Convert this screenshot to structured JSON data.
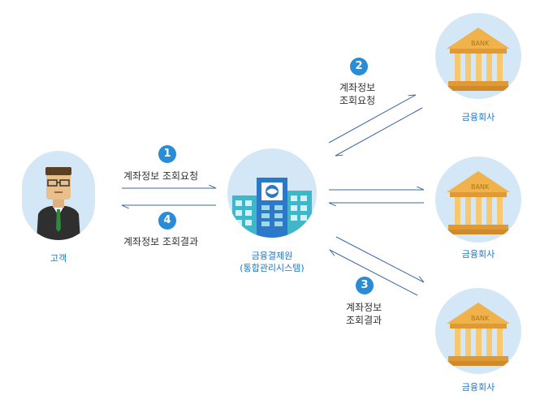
{
  "customer": {
    "label": "고객"
  },
  "system": {
    "name": "금융결제원",
    "subtitle": "(통합관리시스템)"
  },
  "banks": [
    {
      "label": "금융회사",
      "sign": "BANK"
    },
    {
      "label": "금융회사",
      "sign": "BANK"
    },
    {
      "label": "금융회사",
      "sign": "BANK"
    }
  ],
  "steps": [
    {
      "num": "1",
      "text": "계좌정보 조회요청"
    },
    {
      "num": "2",
      "line1": "계좌정보",
      "line2": "조회요청"
    },
    {
      "num": "3",
      "line1": "계좌정보",
      "line2": "조회결과"
    },
    {
      "num": "4",
      "text": "계좌정보 조회결과"
    }
  ],
  "colors": {
    "badge": "#2a8bd6",
    "line": "#3a6aa5",
    "circle": "#d3e7f6",
    "label": "#1f77c3"
  }
}
